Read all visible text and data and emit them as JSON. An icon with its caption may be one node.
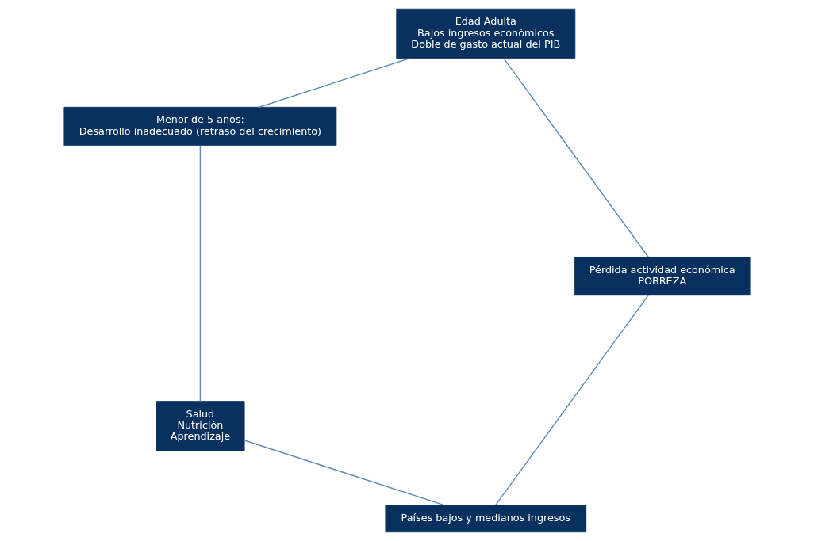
{
  "diagram": {
    "nodes": [
      {
        "text": [
          "Países bajos y medianos ingresos"
        ]
      },
      {
        "text": [
          "Salud",
          "Nutrición",
          "Aprendizaje"
        ]
      },
      {
        "text": [
          "Menor de 5 años:",
          "Desarrollo inadecuado (retraso del crecimiento)"
        ]
      },
      {
        "text": [
          "Edad Adulta",
          "Bajos ingresos económicos",
          "Doble de gasto actual del PIB"
        ]
      },
      {
        "text": [
          "Pérdida actividad económica",
          "POBREZA"
        ]
      }
    ],
    "edges": [
      {
        "from": 0,
        "to": 1,
        "arrow": "none"
      },
      {
        "from": 1,
        "to": 2,
        "arrow": "none"
      },
      {
        "from": 2,
        "to": 3,
        "arrow": "none"
      },
      {
        "from": 3,
        "to": 4,
        "arrow": "none"
      },
      {
        "from": 4,
        "to": 0,
        "arrow": "none"
      }
    ]
  }
}
